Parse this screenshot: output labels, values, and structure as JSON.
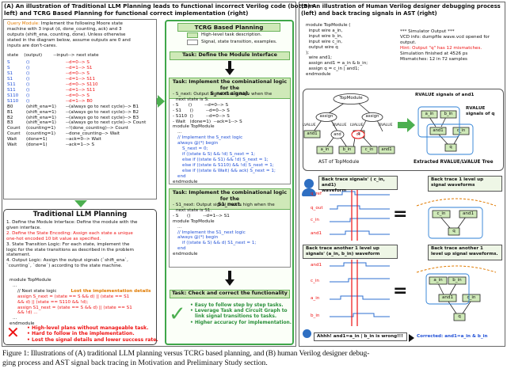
{
  "panel_a": {
    "title_line1": "(A) An illustration of Traditional LLM Planning leads to functional incorrect Verilog code (bottom-",
    "title_line2": "left) and TCRG Based Planning for functional correct implementation (right)"
  },
  "query": {
    "line1_label": "Query Module:",
    "line1_rest": " Implement the following Moore state",
    "line2": "machine with 3 input (d, done_counting, ack) and 3",
    "line3": "outputs (shift_ena, counting, done). Unless otherwise",
    "line4": "stated in the diagram below, assume outputs are 0 and",
    "line5": "inputs are don't-cares.",
    "header": "state    (output)        --input--> next state",
    "rows": [
      {
        "state": "S",
        "out": "()",
        "trans": "--d=0--> S"
      },
      {
        "state": "S",
        "out": "()",
        "trans": "--d=1--> S1"
      },
      {
        "state": "S1",
        "out": "()",
        "trans": "--d=0--> S"
      },
      {
        "state": "S1",
        "out": "()",
        "trans": "--d=1--> S11"
      },
      {
        "state": "S11",
        "out": "()",
        "trans": "--d=0--> S110"
      },
      {
        "state": "S11",
        "out": "()",
        "trans": "--d=1--> S11"
      },
      {
        "state": "S110",
        "out": "()",
        "trans": "--d=0--> S"
      },
      {
        "state": "S110",
        "out": "()",
        "trans": "--d=1--> B0"
      },
      {
        "state": "B0",
        "out": "(shift_ena=1)",
        "trans": "--(always go to next cycle)--> B1"
      },
      {
        "state": "B1",
        "out": "(shift_ena=1)",
        "trans": "--(always go to next cycle)--> B2"
      },
      {
        "state": "B2",
        "out": "(shift_ena=1)",
        "trans": "--(always go to next cycle)--> B3"
      },
      {
        "state": "B3",
        "out": "(shift_ena=1)",
        "trans": "--(always go to next cycle)--> Count"
      },
      {
        "state": "Count",
        "out": "(counting=1)",
        "trans": "--!(done_counting)--> Count"
      },
      {
        "state": "Count",
        "out": "(counting=1)",
        "trans": "--done_counting--> Wait"
      },
      {
        "state": "Wait",
        "out": "(done=1)",
        "trans": "--ack=0--> Wait"
      },
      {
        "state": "Wait",
        "out": "(done=1)",
        "trans": "--ack=1--> S"
      }
    ]
  },
  "traditional": {
    "title": "Traditional LLM Planning",
    "s1": "1. Define the Module Interface: Define the module with the",
    "s1b": "given interface.",
    "s2": "2. Define the State Encoding: Assign each state a unique",
    "s2b": "one-hot encoded 10 bit value as specified.",
    "s3": "3. State Transition Logic: For each state, implement the",
    "s3b": "logic for the state transitions as described in the problem",
    "s3c": "statement.",
    "s4": "4. Output Logic: Assign the output signals (`shift_ena`,",
    "s4b": "`counting`, `done`) according to the state machine.",
    "code1": "module TopModule",
    "code2": "...",
    "code3": "// Next state logic",
    "lost": "Lost the implementation details",
    "code4": "assign S_next   = (state == S && d) || (state == S1",
    "code5": "&& d) || (state == S110 && !d);",
    "code6": "assign S1_next  = (state == S && d) || (state == S1",
    "code7": "&& !d) ...",
    "code8": "...",
    "code9": "endmodule",
    "bullet1": "High-level plans without manageable task.",
    "bullet2": "Hard to follow in the implementation.",
    "bullet3": "Lost the signal details and lower success rate."
  },
  "tcrg": {
    "title": "TCRG Based Planning",
    "legend1": "High-level task description.",
    "legend2": "Signal, state transition, examples.",
    "task1": "Task: Define the Module Interface",
    "task2_l1": "Task:  Implement the combinational logic for the",
    "task2_l2": "S_next signal.",
    "t2a": "- S_next: Output signal that is high when the",
    "t2b": "next state is S.",
    "t2c": "- S       ()         --d=0--> S",
    "t2d": "- S1      ()         --d=0--> S",
    "t2e": "- S110  ()         --d=0--> S",
    "t2f": "- Wait   (done=1)  --ack=1--> S",
    "t2g": "module TopModule",
    "t2h": "...",
    "t2i": "// Implement the S_next logic",
    "t2j": "always @(*) begin",
    "t2k": "S_next = 0;",
    "t2l": "if ((state & S) && !d) S_next = 1;",
    "t2m": "else if ((state & S1) && !d) S_next = 1;",
    "t2n": "else if ((state & S110) && !d) S_next = 1;",
    "t2o": "else if ((state & Wait) && ack) S_next = 1;",
    "t2p": "end",
    "t2q": "endmodule",
    "task3_l1": "Task: Implement the combinational logic for the",
    "task3_l2": "S1_next.",
    "t3a": "- S1_next: Output signal that is high when the",
    "t3b": "next state is S1.",
    "t3c": "- S      ()         --d=1--> S1",
    "t3d": "module TopModule",
    "t3e": "...",
    "t3f": "// Implement the S1_next logic",
    "t3g": "always @(*) begin",
    "t3h": "if ((state & S) && d) S1_next = 1;",
    "t3i": "end",
    "t3j": "endmodule",
    "task4": "Task: Check and correct the functionality",
    "bullet1": "Easy to follow step by step tasks.",
    "bullet2": "Leverage Task and Circuit Graph to",
    "bullet2b": "link signal transitions to tasks.",
    "bullet3": "Higher accuracy for implementation."
  },
  "panel_b": {
    "title_line1": "(B) An illustration of Human Verilog designer debugging process",
    "title_line2": "(left)  and  back tracing signals in AST (right)",
    "code1": "module TopModule (",
    "code2": "  input wire a_in,",
    "code3": "  input wire b_in,",
    "code4": "  input wire c_in,",
    "code5": "  output wire q",
    "code6": ");",
    "code7": "  wire and1;",
    "code8": "  assign and1 = a_in & b_in;",
    "code9": "  assign q = c_in | and1;",
    "code10": "endmodule",
    "sim1": "*** Simulator Output ***",
    "sim2": "VCD info: dumpfile wave.vcd opened for",
    "sim3": "output.",
    "sim4": "Hint: Output \"q\" has 12 mismatches.",
    "sim5": "Simulation finished at 4526 ps",
    "sim6": "Mismatches: 12 in 72 samples",
    "ast_title": "TopModule",
    "assign1": "assign",
    "assign2": "assign",
    "lvalue1": "LVALUE",
    "rvalue1": "RVALUE",
    "lvalue2": "LVALUE",
    "rvalue2": "RVALUE",
    "and_node": "and1",
    "or_node": "or",
    "and_op": "and",
    "q_node": "q",
    "ain": "a_in",
    "bin": "b_in",
    "cin": "c_in",
    "and1b": "and1",
    "ast_caption": "AST of TopModule",
    "rv_title": "RVALUE signals of and1",
    "rv_q": "RVALUE signals of q",
    "rv_ain": "a_in",
    "rv_bin": "b_in",
    "rv_and1": "and1",
    "rv_cin": "c_in",
    "rv_qn": "q",
    "extracted": "Extracted RVALUE/LVALUE Tree",
    "bt1": "Back trace signals' ( c_in, and1)",
    "bt1b": "waveform",
    "w_qref": "q_ref",
    "w_qout": "q_out",
    "w_cin": "c_in",
    "w_and1": "and1",
    "r1_title": "Back trace 1 level up",
    "r1_title2": "signal waveforms",
    "r1_cin": "c_in",
    "r1_and1": "and1",
    "r1_q": "q",
    "bt2": "Back trace another 1 level up",
    "bt2b": "signals' (a_in, b_in) waveform",
    "w2_and1": "and1",
    "w2_cin": "c_in",
    "w2_ain": "a_in",
    "w2_bin": "b_in",
    "r2_title": "Back trace another 1",
    "r2_title2": "level up signal waveforms.",
    "r2_ain": "a_in",
    "r2_bin": "b_in",
    "r2_and1": "and1",
    "r2_cin": "c_in",
    "r2_q": "q",
    "eq1": "=",
    "eq2": "=",
    "ahh": "Ahhh! and1=a_in | b_in is wrong!!!",
    "corrected": "Corrected: and1=a_in & b_in"
  },
  "caption": {
    "line1": "Figure 1: Illustrations of (A) traditional LLM planning versus TCRG based planning, and (B) human Verilog designer debug-",
    "line2": "ging process and AST signal back tracing in Motivation and Preliminary Study section."
  }
}
